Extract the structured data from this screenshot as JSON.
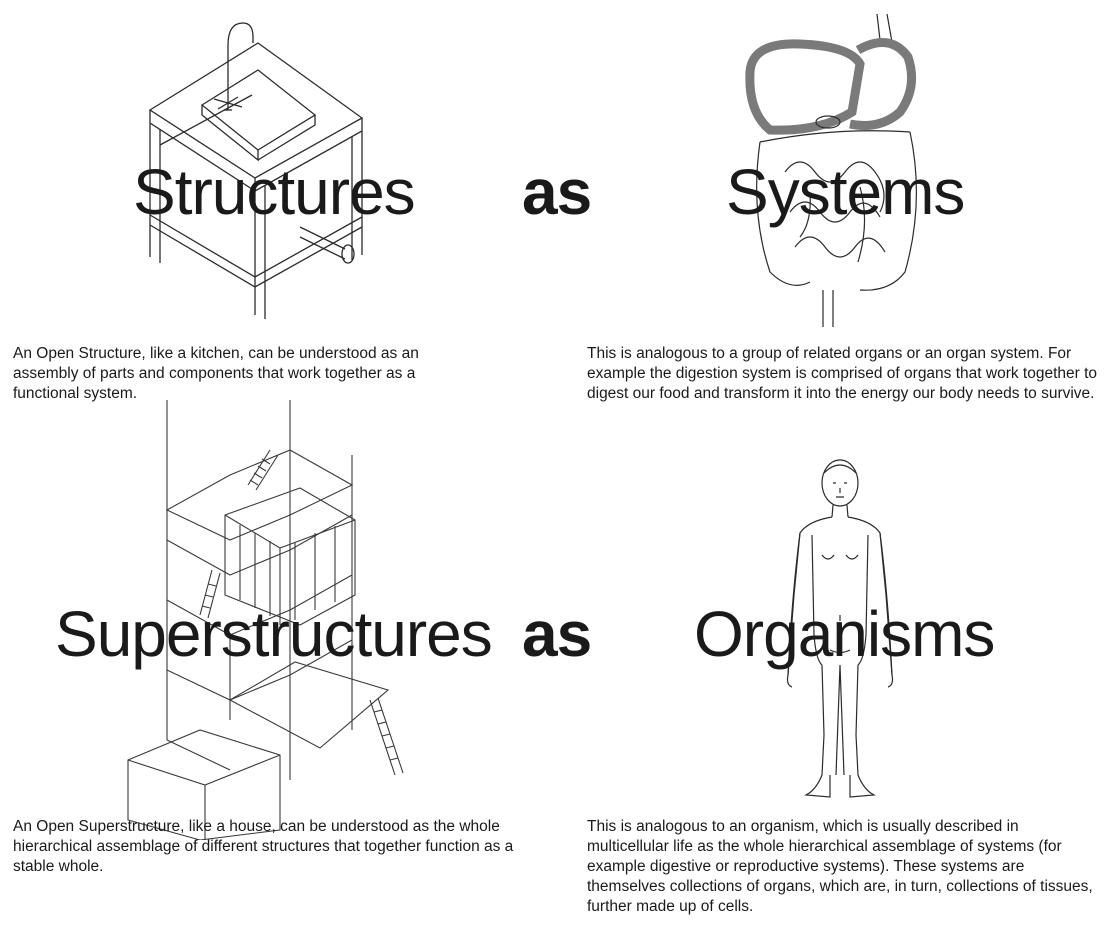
{
  "top": {
    "left_word": "Structures",
    "connector": "as",
    "right_word": "Systems",
    "left_caption": "An Open Structure, like a kitchen, can be understood as an assembly of parts and components that work together as a functional system.",
    "right_caption": "This is analogous to a group of related organs or an organ system. For example the digestion system is comprised of organs that work together to digest our food and transform it into the energy our body needs to survive."
  },
  "bottom": {
    "left_word": "Superstructures",
    "connector": "as",
    "right_word": "Organisms",
    "left_caption": "An Open Superstructure, like a house, can be understood as the whole hierarchical assemblage of different structures that together function as a stable whole.",
    "right_caption": "This is analogous to an organism, which is usually described in multicellular life as the whole hierarchical assemblage of systems (for example digestive or reproductive systems). These systems are themselves collections of organs, which are, in turn, collections of tissues, further made up of cells."
  },
  "illustrations": {
    "kitchen": "kitchen-sink-structure-drawing",
    "digestive": "digestive-system-drawing",
    "house": "open-superstructure-house-drawing",
    "human": "human-body-drawing"
  },
  "colors": {
    "text": "#1a1a1a",
    "line": "#2b2b2b",
    "organ": "#7a7a7a"
  }
}
